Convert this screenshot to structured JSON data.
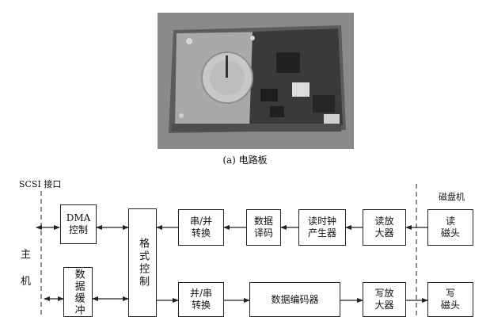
{
  "caption": "(a) 电路板",
  "labels": {
    "scsi_interface": "SCSI 接口",
    "host_top": "主",
    "host_bottom": "机",
    "disk_drive": "磁盘机"
  },
  "blocks": {
    "dma": "DMA\n控制",
    "format_control": "格式控制",
    "data_buffer": "数据缓冲",
    "s2p": "串/并\n转换",
    "decode": "数据\n译码",
    "clock": "读时钟\n产生器",
    "read_amp": "读放\n大器",
    "read_head": "读\n磁头",
    "p2s": "并/串\n转换",
    "encoder": "数据编码器",
    "write_amp": "写放\n大器",
    "write_head": "写\n磁头"
  }
}
